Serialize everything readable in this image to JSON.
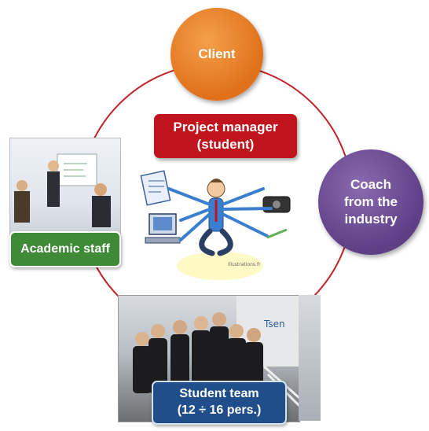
{
  "nodes": {
    "client": "Client",
    "project_manager": "Project manager\n(student)",
    "coach": "Coach\nfrom the\nindustry",
    "academic_staff": "Academic staff",
    "student_team": "Student team\n(12 ÷ 16 pers.)"
  },
  "illustration_credit": "illustrations.fr",
  "team_photo_sign": "Tsen",
  "colors": {
    "ring": "#c0222a",
    "client": "#e8781f",
    "coach": "#5e3f86",
    "project_manager": "#c0151c",
    "academic_staff": "#3e8a37",
    "student_team": "#1f4e8a"
  }
}
